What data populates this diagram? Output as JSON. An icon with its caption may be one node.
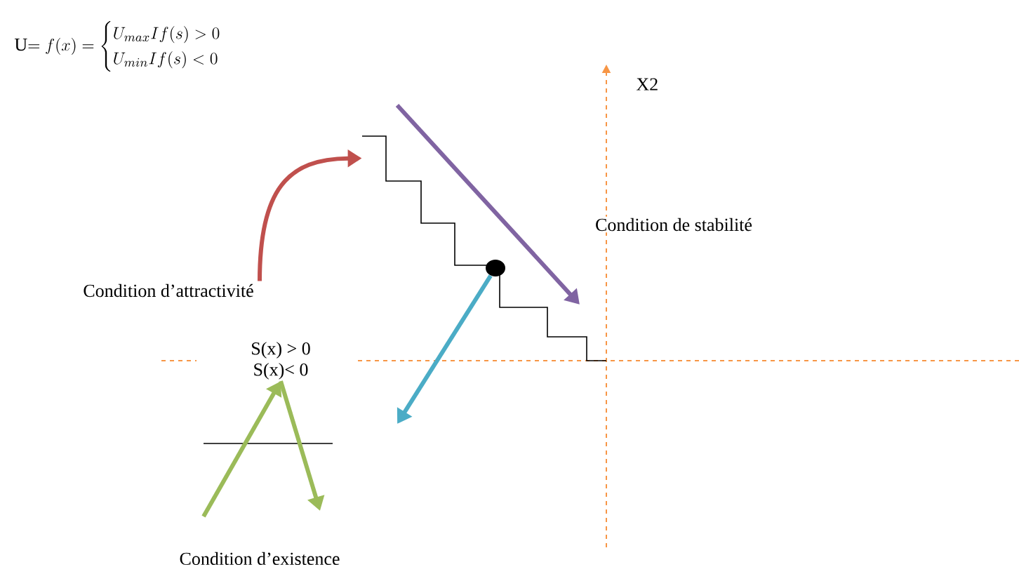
{
  "diagram": {
    "nodes": [
      {
        "text": [
          "Condition d’attractivité"
        ]
      },
      {
        "text": [],
        "shape": "picture"
      },
      {
        "text": [],
        "shape": "circle",
        "in": 1
      },
      {
        "text": [
          "Condition de stabilité"
        ]
      },
      {
        "text": [
          "S(x) > 0",
          "S(x)< 0"
        ]
      },
      {
        "text": [
          "Condition d’existence"
        ]
      }
    ],
    "edges": [
      {
        "from": 0,
        "to": 1,
        "arrow": "to",
        "color": "#c0504d"
      },
      {
        "from": 2,
        "to": null,
        "arrow": "to",
        "color": "#4bacc6"
      },
      {
        "from": null,
        "to": 4,
        "arrow": "to",
        "color": "#9bbb59"
      },
      {
        "from": 4,
        "to": null,
        "arrow": "to",
        "color": "#9bbb59"
      }
    ],
    "labels": [
      "\\mathrm{U}{=}\\ f(x) = \\begin{cases}U_{max}If(s) > 0\\\\U_{min}If(s) < 0\\end{cases}",
      "X2"
    ]
  }
}
